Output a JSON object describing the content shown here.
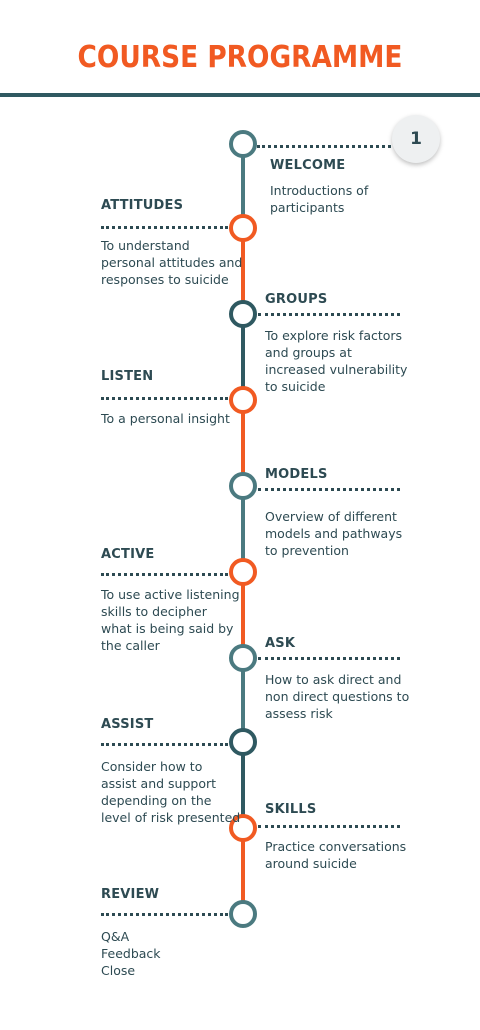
{
  "title": "COURSE PROGRAMME",
  "badge": "1",
  "colors": {
    "accent": "#f15a22",
    "teal": "#4b7a80",
    "dark": "#2d4a52",
    "line": "#2f5961"
  },
  "steps": [
    {
      "heading": "WELCOME",
      "description": "Introductions of participants"
    },
    {
      "heading": "ATTITUDES",
      "description": "To understand personal attitudes and responses to suicide"
    },
    {
      "heading": "GROUPS",
      "description": "To explore risk factors and groups at increased vulnerability to suicide"
    },
    {
      "heading": "LISTEN",
      "description": "To a personal insight"
    },
    {
      "heading": "MODELS",
      "description": "Overview of different models and pathways to prevention"
    },
    {
      "heading": "ACTIVE",
      "description": "To use active listening skills to decipher what is being said by the caller"
    },
    {
      "heading": "ASK",
      "description": "How to ask direct and non direct questions to assess risk"
    },
    {
      "heading": "ASSIST",
      "description": "Consider how to assist and support depending on the level of risk presented"
    },
    {
      "heading": "SKILLS",
      "description": "Practice conversations around suicide"
    },
    {
      "heading": "REVIEW",
      "description": "Q&A\nFeedback\nClose"
    }
  ]
}
